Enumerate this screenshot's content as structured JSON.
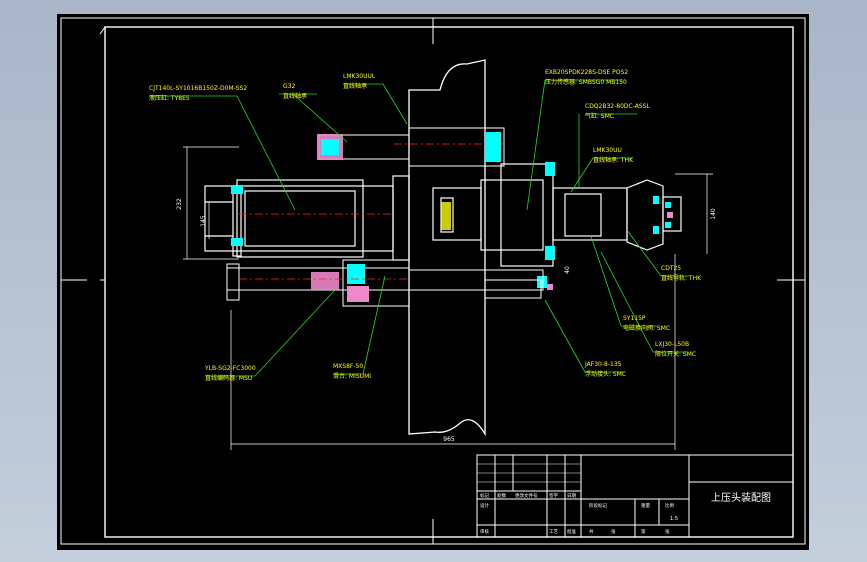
{
  "drawing": {
    "title": "上压头装配图",
    "scale": "1:5",
    "dimensions": {
      "overall_length": "965",
      "left_height": "232",
      "left_inner": "145",
      "right_height": "140",
      "small_offset": "40"
    },
    "callouts": [
      {
        "id": "c1",
        "line1": "CJT140L-SY1016B150Z-D0M-SS2",
        "line2": "液压缸: TY8E5"
      },
      {
        "id": "c2",
        "line1": "G32",
        "line2": "直线轴承"
      },
      {
        "id": "c3",
        "line1": "LMK30UUL",
        "line2": "直线轴承"
      },
      {
        "id": "c4",
        "line1": "EXB20SPDK228S-DSE POS2",
        "line2": "压力传感器: SMBSG0 MB150"
      },
      {
        "id": "c5",
        "line1": "CDQ2B32-80DC-ASSL",
        "line2": "气缸: SMC"
      },
      {
        "id": "c6",
        "line1": "LMK30UU",
        "line2": "直线轴承: THK"
      },
      {
        "id": "c7",
        "line1": "CDT25",
        "line2": "直线导轨: THK"
      },
      {
        "id": "c8",
        "line1": "SY115P",
        "line2": "电磁换向阀: SMC"
      },
      {
        "id": "c9",
        "line1": "LXJ30-L50B",
        "line2": "限位开关: SMC"
      },
      {
        "id": "c10",
        "line1": "JAF30-8-135",
        "line2": "浮动接头: SMC"
      },
      {
        "id": "c11",
        "line1": "MXS8F-50",
        "line2": "滑台: MISUMI"
      },
      {
        "id": "c12",
        "line1": "YLB-SG2-FC3000",
        "line2": "直线编码器: MSU"
      }
    ],
    "title_block": {
      "row_labels": [
        "标记",
        "处数",
        "更改文件号",
        "签字",
        "日期"
      ],
      "design_labels": [
        "设计",
        "审核",
        "工艺",
        "批准"
      ],
      "stage_labels": [
        "阶段标记",
        "重量",
        "比例"
      ],
      "sheet_labels": [
        "共",
        "张",
        "第",
        "张"
      ]
    }
  }
}
